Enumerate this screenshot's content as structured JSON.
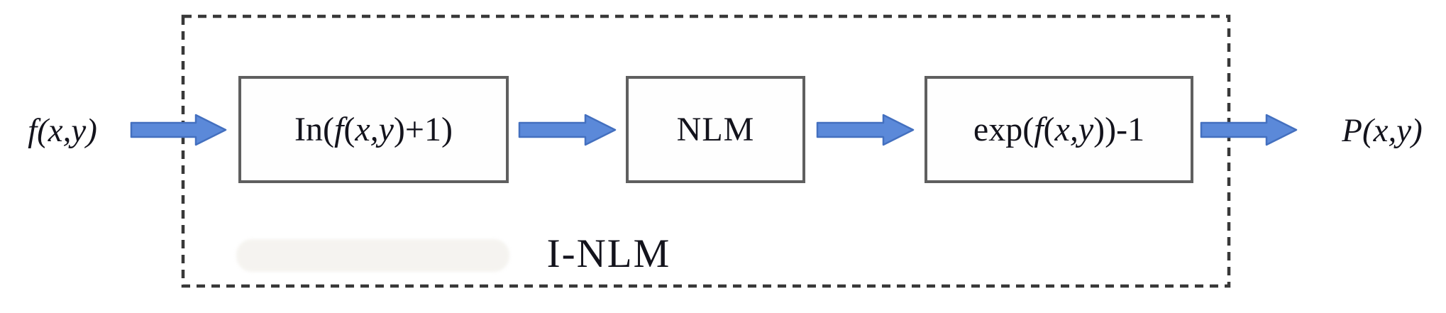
{
  "title": "I-NLM flow diagram",
  "colors": {
    "background": "#ffffff",
    "arrow_fill": "#5b89d9",
    "arrow_stroke": "#4470bf",
    "box_border": "#5f5f5f",
    "dashed_border": "#383838",
    "text": "#13131c",
    "artifact": "#f2f0eb"
  },
  "diagram": {
    "input_label": {
      "text": "f(x,y)",
      "parts": [
        {
          "t": "f(x,y)",
          "i": true
        }
      ]
    },
    "output_label": {
      "text": "P(x,y)",
      "parts": [
        {
          "t": "P(x,y)",
          "i": true
        }
      ]
    },
    "group_label": "I-NLM",
    "boxes": [
      {
        "id": "log-transform",
        "label": "In(f(x,y)+1)",
        "parts": [
          {
            "t": "In("
          },
          {
            "t": "f",
            "i": true
          },
          {
            "t": "("
          },
          {
            "t": "x,y",
            "i": true
          },
          {
            "t": ")+1)"
          }
        ]
      },
      {
        "id": "nlm-filter",
        "label": "NLM",
        "parts": [
          {
            "t": "NLM"
          }
        ]
      },
      {
        "id": "exp-transform",
        "label": "exp(f(x,y))-1",
        "parts": [
          {
            "t": "exp("
          },
          {
            "t": "f",
            "i": true
          },
          {
            "t": "("
          },
          {
            "t": "x,y",
            "i": true
          },
          {
            "t": "))-1"
          }
        ]
      }
    ],
    "arrows": [
      {
        "name": "input-to-log-arrow"
      },
      {
        "name": "log-to-nlm-arrow"
      },
      {
        "name": "nlm-to-exp-arrow"
      },
      {
        "name": "exp-to-output-arrow"
      }
    ]
  }
}
